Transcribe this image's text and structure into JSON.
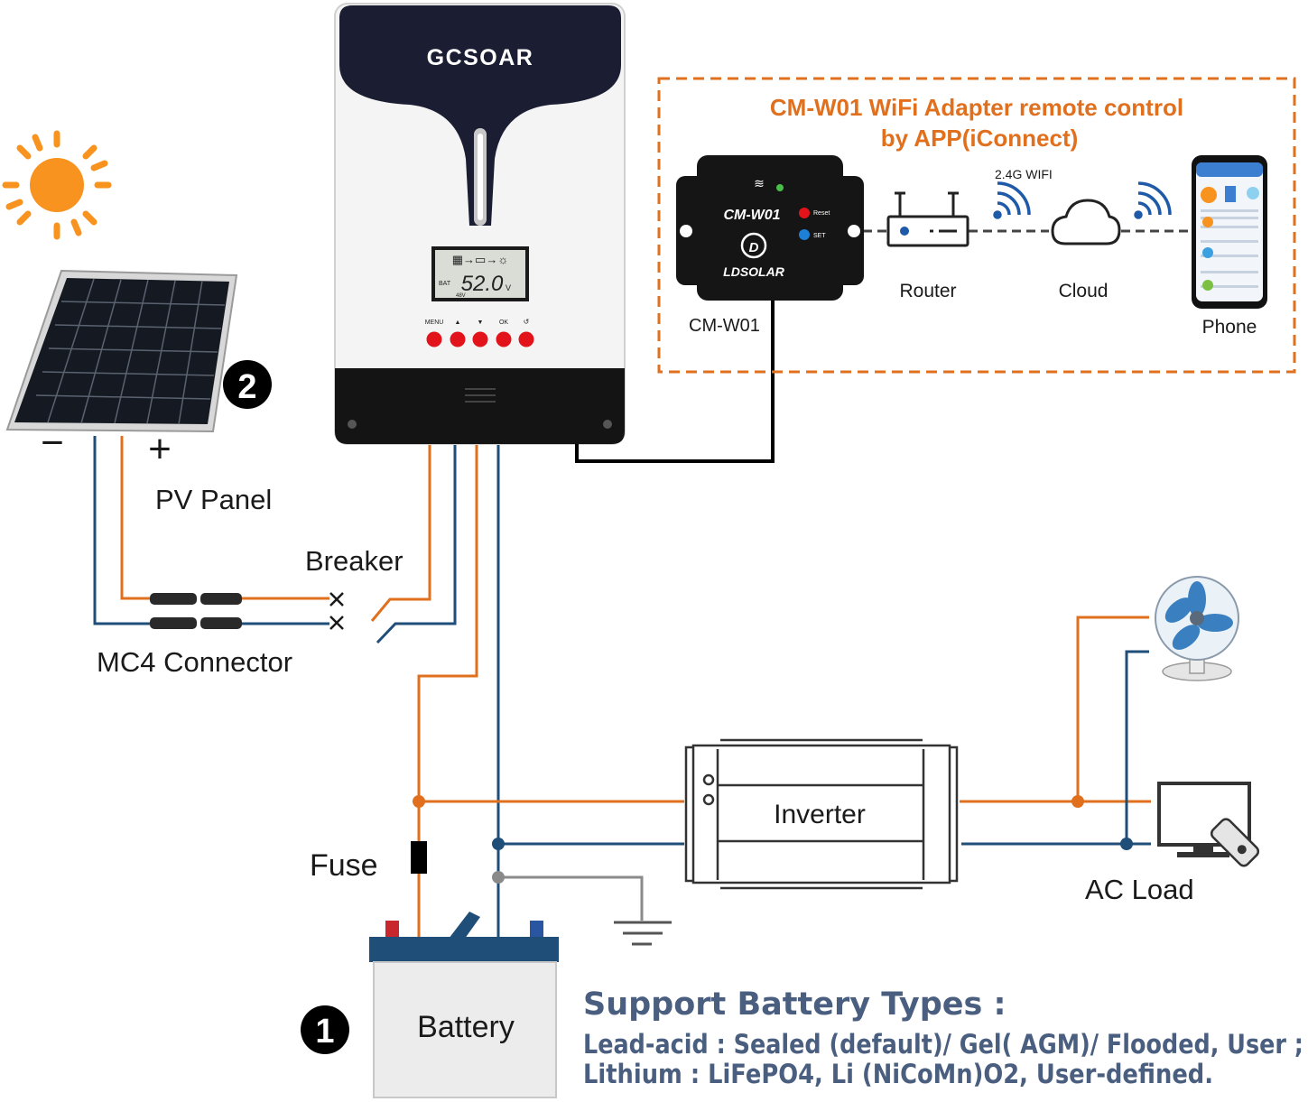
{
  "controller": {
    "brand": "GCSOAR",
    "lcd_value": "52.0",
    "lcd_unit": "V",
    "lcd_bat": "BAT",
    "lcd_volt": "48V",
    "buttons": [
      "MENU",
      "▲",
      "▼",
      "OK",
      "↺"
    ]
  },
  "wifi_box": {
    "title_line1": "CM-W01 WiFi Adapter remote control",
    "title_line2": "by APP(iConnect)",
    "adapter_model": "CM-W01",
    "adapter_brand": "LDSOLAR",
    "adapter_reset": "Reset",
    "adapter_set": "SET",
    "adapter_label": "CM-W01",
    "wifi_band": "2.4G WIFI",
    "router_label": "Router",
    "cloud_label": "Cloud",
    "phone_label": "Phone"
  },
  "pv": {
    "label": "PV Panel",
    "marker": "2",
    "minus": "−",
    "plus": "+"
  },
  "labels": {
    "breaker": "Breaker",
    "mc4": "MC4 Connector",
    "fuse": "Fuse",
    "battery": "Battery",
    "battery_marker": "1",
    "inverter": "Inverter",
    "ac_load": "AC Load"
  },
  "support": {
    "title": "Support Battery Types :",
    "line1": "Lead-acid : Sealed (default)/ Gel( AGM)/ Flooded, User ;",
    "line2": "Lithium : LiFePO4, Li (NiCoMn)O2, User-defined."
  },
  "colors": {
    "positive_wire": "#e0701e",
    "negative_wire": "#1f4e79",
    "ground_wire": "#8a8a8a",
    "wifi_accent": "#e0701e",
    "support_text": "#4a5f80"
  }
}
